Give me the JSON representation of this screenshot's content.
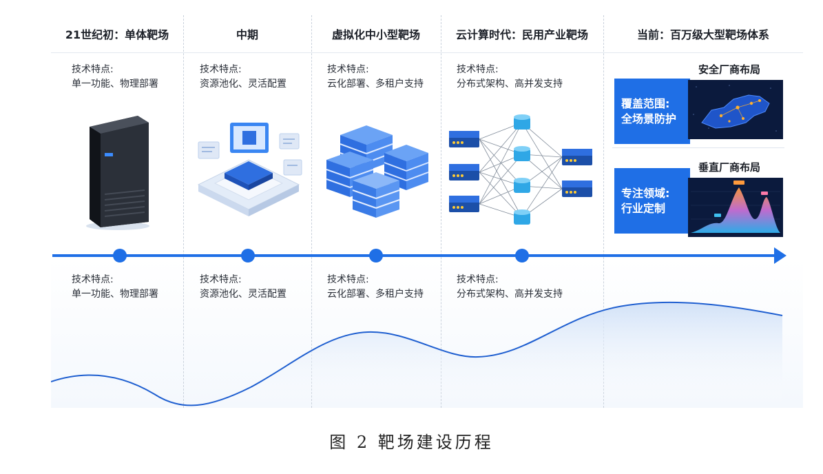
{
  "columns": [
    {
      "title": "21世纪初：单体靶场",
      "top_features_label": "技术特点:",
      "top_features": "单一功能、物理部署",
      "bottom_features_label": "技术特点:",
      "bottom_features": "单一功能、物理部署",
      "icon": "server-tower-icon"
    },
    {
      "title": "中期",
      "top_features_label": "技术特点:",
      "top_features": "资源池化、灵活配置",
      "bottom_features_label": "技术特点:",
      "bottom_features": "资源池化、灵活配置",
      "icon": "resource-pool-chip-icon"
    },
    {
      "title": "虚拟化中小型靶场",
      "top_features_label": "技术特点:",
      "top_features": "云化部署、多租户支持",
      "bottom_features_label": "技术特点:",
      "bottom_features": "云化部署、多租户支持",
      "icon": "server-stacks-icon"
    },
    {
      "title": "云计算时代：民用产业靶场",
      "top_features_label": "技术特点:",
      "top_features": "分布式架构、高并发支持",
      "bottom_features_label": "技术特点:",
      "bottom_features": "分布式架构、高并发支持",
      "icon": "distributed-network-icon"
    },
    {
      "title": "当前：百万级大型靶场体系"
    }
  ],
  "current_panels": [
    {
      "tag_line1": "覆盖范围:",
      "tag_line2": "全场景防护",
      "title": "安全厂商布局",
      "icon": "vendor-map-icon"
    },
    {
      "tag_line1": "专注领域:",
      "tag_line2": "行业定制",
      "title": "垂直厂商布局",
      "icon": "vertical-peaks-chart-icon"
    }
  ],
  "colors": {
    "accent": "#1f6fe6",
    "timeline": "#1f6fe6",
    "wave_fill_top": "#cfe0f7"
  },
  "caption": "图 2 靶场建设历程"
}
